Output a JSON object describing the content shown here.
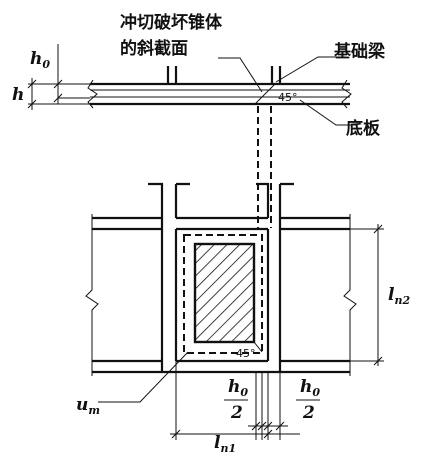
{
  "labels": {
    "punch_line1": "冲切破坏锥体",
    "punch_line2": "的斜截面",
    "foundation_beam": "基础梁",
    "base_plate": "底板",
    "angle_top": "45°",
    "angle_bottom": "45°",
    "h": "h",
    "h0": "h",
    "h0_sub": "0",
    "um": "u",
    "um_sub": "m",
    "ln1": "l",
    "ln1_sub": "n1",
    "ln2": "l",
    "ln2_sub": "n2",
    "frac_left_num": "h",
    "frac_left_num_sub": "0",
    "frac_left_den": "2",
    "frac_right_num": "h",
    "frac_right_num_sub": "0",
    "frac_right_den": "2"
  }
}
